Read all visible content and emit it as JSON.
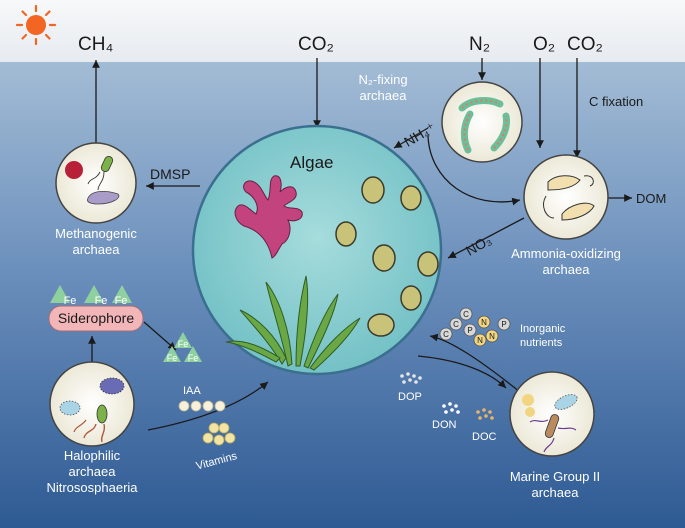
{
  "top": {
    "ch4": "CH₄",
    "co2_algae": "CO₂",
    "n2": "N₂",
    "o2": "O₂",
    "co2_aoa": "CO₂"
  },
  "labels": {
    "n2_fixing": [
      "N₂-fixing",
      "archaea"
    ],
    "c_fixation": "C fixation",
    "nh4": "NH₄⁺",
    "no3": "NO₃⁻",
    "dmsp": "DMSP",
    "dom": "DOM",
    "algae": "Algae",
    "methanogenic": [
      "Methanogenic",
      "archaea"
    ],
    "ammonia_oxidizing": [
      "Ammonia-oxidizing",
      "archaea"
    ],
    "siderophore": "Siderophore",
    "fe": "Fe",
    "iaa": "IAA",
    "vitamins": "Vitamins",
    "halophilic": [
      "Halophilic",
      "archaea",
      "Nitrososphaeria"
    ],
    "inorganic": [
      "Inorganic",
      "nutrients"
    ],
    "nutrient_letters": [
      "C",
      "C",
      "C",
      "P",
      "N",
      "N",
      "P",
      "N"
    ],
    "dop": "DOP",
    "don": "DON",
    "doc": "DOC",
    "mg2": [
      "Marine Group II",
      "archaea"
    ]
  },
  "colors": {
    "sky": "#f2f4f6",
    "sea_top": "#9ab5d0",
    "sea_bottom": "#2f5c96",
    "algae_circle": "#8ecfd2",
    "cell_fill": "#f3efdd",
    "seaweed_red": "#c2437d",
    "seaweed_green": "#5d9a3e",
    "sun": "#f26522",
    "siderophore": "#f2b5b8",
    "fe_triangle": "#8fd19e"
  },
  "icons": {
    "sun": "sun-icon",
    "seaweed": "seaweed-icon",
    "kelp": "kelp-icon"
  }
}
